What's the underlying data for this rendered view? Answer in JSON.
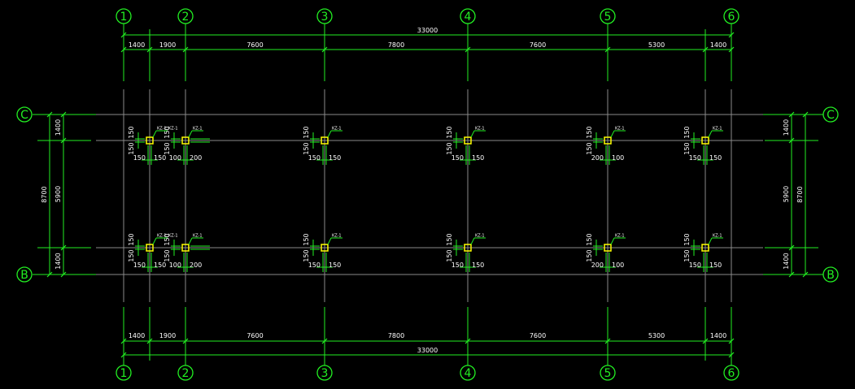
{
  "colors": {
    "background": "#000000",
    "grid_line": "#8a8a8a",
    "dimension": "#22ee22",
    "bubble": "#22ee22",
    "column": "#ffff00",
    "text": "#ffffff"
  },
  "axes_vertical": [
    "1",
    "2",
    "3",
    "4",
    "5",
    "6"
  ],
  "axes_horizontal": [
    "C",
    "B"
  ],
  "dims_top": {
    "total": "33000",
    "segments": [
      "1400",
      "1900",
      "7600",
      "7800",
      "7600",
      "5300",
      "1400"
    ]
  },
  "dims_bottom": {
    "total": "33000",
    "segments": [
      "1400",
      "1900",
      "7600",
      "7800",
      "7600",
      "5300",
      "1400"
    ]
  },
  "dims_left": {
    "total": "8700",
    "segments": [
      "1400",
      "5900",
      "1400"
    ]
  },
  "dims_right": {
    "total": "8700",
    "segments": [
      "1400",
      "5900",
      "1400"
    ]
  },
  "columns": {
    "upper": [
      {
        "tag": "KZ-1",
        "w": [
          "150",
          "150"
        ],
        "h": [
          "150",
          "150"
        ]
      },
      {
        "tag": "KZ-1",
        "w": [
          "100",
          "200"
        ],
        "h": [
          "150",
          "150"
        ]
      },
      {
        "tag": "KZ-1",
        "w": [
          "150",
          "150"
        ],
        "h": [
          "150",
          "150"
        ]
      },
      {
        "tag": "KZ-1",
        "w": [
          "150",
          "150"
        ],
        "h": [
          "150",
          "150"
        ]
      },
      {
        "tag": "KZ-1",
        "w": [
          "200",
          "100"
        ],
        "h": [
          "150",
          "150"
        ]
      },
      {
        "tag": "KZ-1",
        "w": [
          "150",
          "150"
        ],
        "h": [
          "150",
          "150"
        ]
      }
    ],
    "lower": [
      {
        "tag": "KZ-1",
        "w": [
          "150",
          "150"
        ],
        "h": [
          "150",
          "150"
        ]
      },
      {
        "tag": "KZ-1",
        "w": [
          "100",
          "200"
        ],
        "h": [
          "150",
          "150"
        ]
      },
      {
        "tag": "KZ-1",
        "w": [
          "150",
          "150"
        ],
        "h": [
          "150",
          "150"
        ]
      },
      {
        "tag": "KZ-1",
        "w": [
          "150",
          "150"
        ],
        "h": [
          "150",
          "150"
        ]
      },
      {
        "tag": "KZ-1",
        "w": [
          "200",
          "100"
        ],
        "h": [
          "150",
          "150"
        ]
      },
      {
        "tag": "KZ-1",
        "w": [
          "150",
          "150"
        ],
        "h": [
          "150",
          "150"
        ]
      }
    ],
    "extra_tags": [
      "KZ-1",
      "KZ-1"
    ]
  }
}
